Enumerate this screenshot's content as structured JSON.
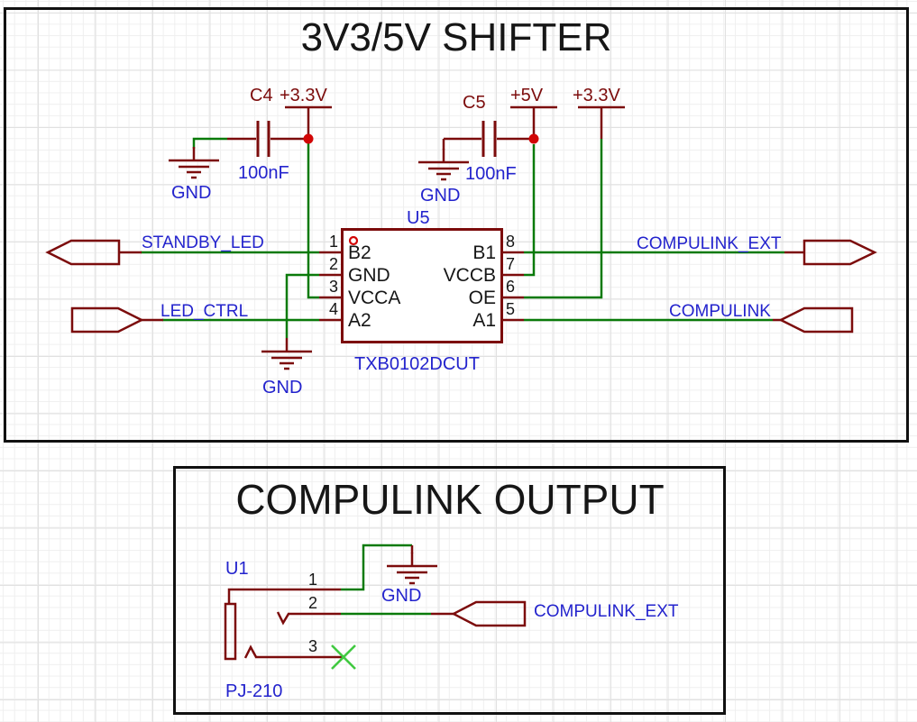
{
  "colors": {
    "symbol": "#7c0c0c",
    "wire": "#0a7a0a",
    "hotred": "#d20606",
    "blue": "#2323cd",
    "ncgreen": "#41c941",
    "ink": "#161616",
    "frame": "#111111",
    "grid-minor": "#efefef",
    "grid-major": "#e1e1e1"
  },
  "top_box": {
    "title": "3V3/5V SHIFTER",
    "c4": {
      "ref": "C4",
      "value": "100nF"
    },
    "c5": {
      "ref": "C5",
      "value": "100nF"
    },
    "power": {
      "p33v_left": "+3.3V",
      "p5v": "+5V",
      "p33v_right": "+3.3V"
    },
    "gnd": "GND",
    "u5": {
      "ref": "U5",
      "value": "TXB0102DCUT",
      "left_pins": [
        {
          "num": "1",
          "name": "B2"
        },
        {
          "num": "2",
          "name": "GND"
        },
        {
          "num": "3",
          "name": "VCCA"
        },
        {
          "num": "4",
          "name": "A2"
        }
      ],
      "right_pins": [
        {
          "num": "8",
          "name": "B1"
        },
        {
          "num": "7",
          "name": "VCCB"
        },
        {
          "num": "6",
          "name": "OE"
        },
        {
          "num": "5",
          "name": "A1"
        }
      ]
    },
    "nets": {
      "standby_led": "STANDBY_LED",
      "led_ctrl": "LED_CTRL",
      "compulink_ext": "COMPULINK_EXT",
      "compulink": "COMPULINK"
    }
  },
  "bottom_box": {
    "title": "COMPULINK OUTPUT",
    "u1": {
      "ref": "U1",
      "value": "PJ-210",
      "pins": [
        {
          "num": "1"
        },
        {
          "num": "2"
        },
        {
          "num": "3"
        }
      ]
    },
    "gnd": "GND",
    "net": "COMPULINK_EXT"
  }
}
